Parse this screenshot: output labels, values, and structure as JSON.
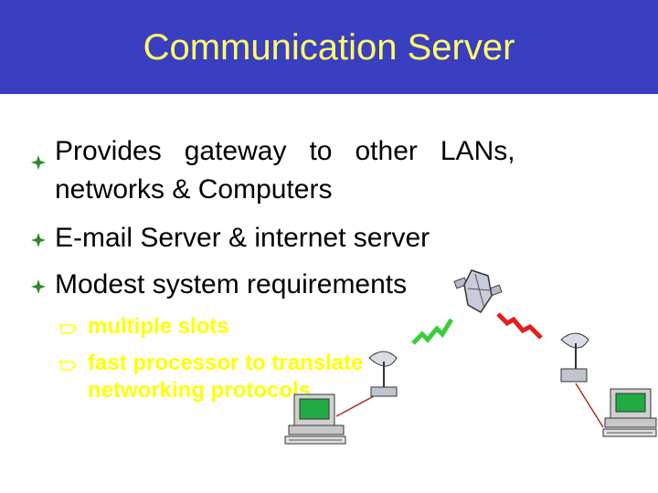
{
  "slide": {
    "title": "Communication Server",
    "bullets": [
      {
        "line1": "Provides   gateway   to   other   LANs,",
        "line2": "networks & Computers"
      },
      {
        "line1": "E-mail Server & internet server"
      },
      {
        "line1": "Modest system requirements"
      }
    ],
    "sub_bullets": [
      {
        "line1": "multiple slots"
      },
      {
        "line1": "fast processor to translate",
        "line2": "networking protocols"
      }
    ]
  },
  "colors": {
    "title_bg": "#3a3ec0",
    "title_text": "#ffff66",
    "bullet_marker": "#2c8a2c",
    "sub_text": "#ffff00",
    "link_green": "#3ccc3c",
    "link_red": "#e02020",
    "link_line": "#b03020"
  },
  "icons": {
    "bullet": "diamond-bullet-icon",
    "sub_bullet": "pointing-hand-icon",
    "satellite": "satellite-icon",
    "dish": "satellite-dish-icon",
    "computer": "computer-icon"
  }
}
